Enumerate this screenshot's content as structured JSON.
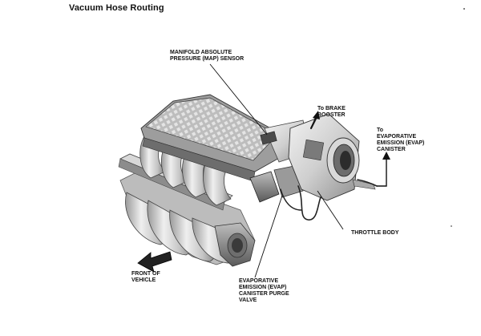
{
  "title": "Vacuum Hose Routing",
  "labels": {
    "map_sensor": [
      "MANIFOLD ABSOLUTE",
      "PRESSURE (MAP) SENSOR"
    ],
    "brake_booster": [
      "To BRAKE",
      "BOOSTER"
    ],
    "evap_canister": [
      "To",
      "EVAPORATIVE",
      "EMISSION (EVAP)",
      "CANISTER"
    ],
    "throttle_body": [
      "THROTTLE BODY"
    ],
    "front_of_vehicle": [
      "FRONT OF",
      "VEHICLE"
    ],
    "purge_valve": [
      "EVAPORATIVE",
      "EMISSION (EVAP)",
      "CANISTER PURGE",
      "VALVE"
    ]
  }
}
